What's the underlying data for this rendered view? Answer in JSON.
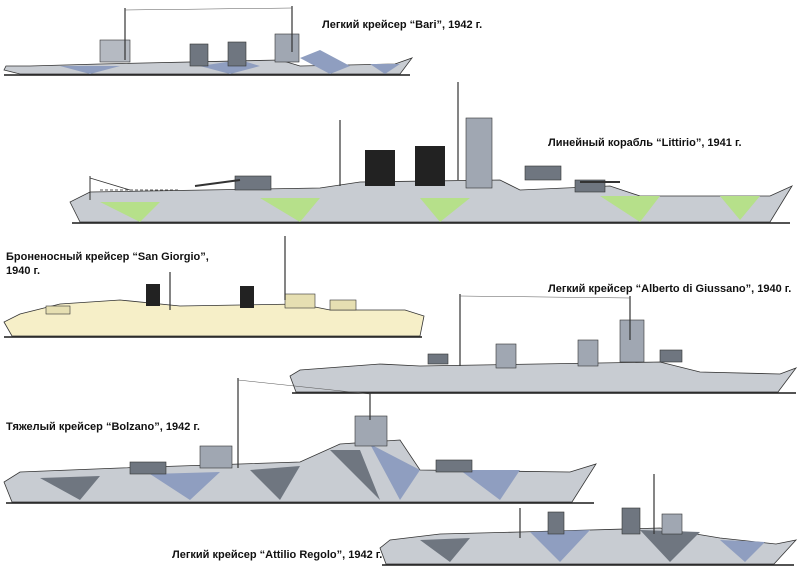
{
  "captions": {
    "bari": "Легкий крейсер “Bari”, 1942 г.",
    "littorio": "Линейный корабль “Littirio”, 1941 г.",
    "san_giorgio_line1": "Броненосный крейсер “San Giorgio”,",
    "san_giorgio_line2": "1940 г.",
    "giussano": "Легкий крейсер “Alberto di Giussano”, 1940 г.",
    "bolzano": "Тяжелый крейсер  “Bolzano”, 1942 г.",
    "regolo": "Легкий крейсер “Attilio Regolo”, 1942 г."
  },
  "colors": {
    "hull_grey": "#c8ccd2",
    "hull_dark": "#6f7680",
    "camo_blue": "#8f9ec0",
    "camo_green": "#b6e08a",
    "hull_cream": "#f6efc8",
    "funnel_black": "#222222",
    "waterline": "#1a1a1a"
  }
}
